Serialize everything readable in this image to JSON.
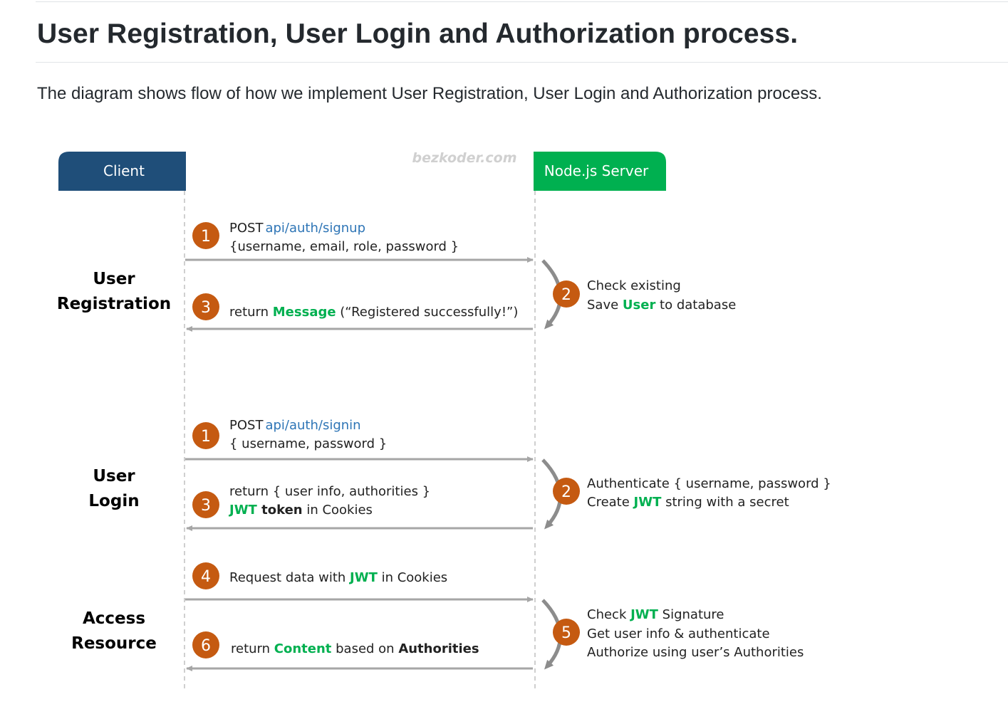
{
  "page": {
    "title": "User Registration, User Login and Authorization process.",
    "intro": "The diagram shows flow of how we implement User Registration, User Login and Authorization process."
  },
  "diagram": {
    "watermark": "bezkoder.com",
    "client_label": "Client",
    "server_label": "Node.js Server",
    "colors": {
      "client_header": "#1f4e79",
      "server_header": "#00b050",
      "step_circle": "#c55a11",
      "link_blue": "#2e75b6",
      "keyword_green": "#00b050",
      "arrow_gray": "#a6a6a6"
    },
    "sections": [
      {
        "label_line1": "User",
        "label_line2": "Registration",
        "request": {
          "step": "1",
          "method": "POST",
          "endpoint": "api/auth/signup",
          "body": "{username, email, role, password }"
        },
        "server": {
          "step": "2",
          "line1": "Check existing",
          "line2_pre": "Save ",
          "line2_key": "User",
          "line2_post": " to database"
        },
        "response": {
          "step": "3",
          "pre": "return ",
          "key": "Message",
          "post": " (“Registered successfully!”)"
        }
      },
      {
        "label_line1": "User",
        "label_line2": "Login",
        "request": {
          "step": "1",
          "method": "POST",
          "endpoint": "api/auth/signin",
          "body": "{ username, password }"
        },
        "server": {
          "step": "2",
          "line1": "Authenticate { username, password }",
          "line2_pre": "Create ",
          "line2_key": "JWT",
          "line2_post": " string with a secret"
        },
        "response": {
          "step": "3",
          "line1": "return { user info, authorities }",
          "key": "JWT",
          "bold": " token",
          "post": " in Cookies"
        }
      },
      {
        "label_line1": "Access",
        "label_line2": "Resource",
        "request": {
          "step": "4",
          "pre": "Request data with ",
          "key": "JWT",
          "post": " in Cookies"
        },
        "server": {
          "step": "5",
          "line1_pre": "Check ",
          "line1_key": "JWT",
          "line1_post": " Signature",
          "line2": "Get user info & authenticate",
          "line3": "Authorize using user’s Authorities"
        },
        "response": {
          "step": "6",
          "pre": "return ",
          "key": "Content",
          "mid": " based on ",
          "bold": "Authorities"
        }
      }
    ]
  }
}
